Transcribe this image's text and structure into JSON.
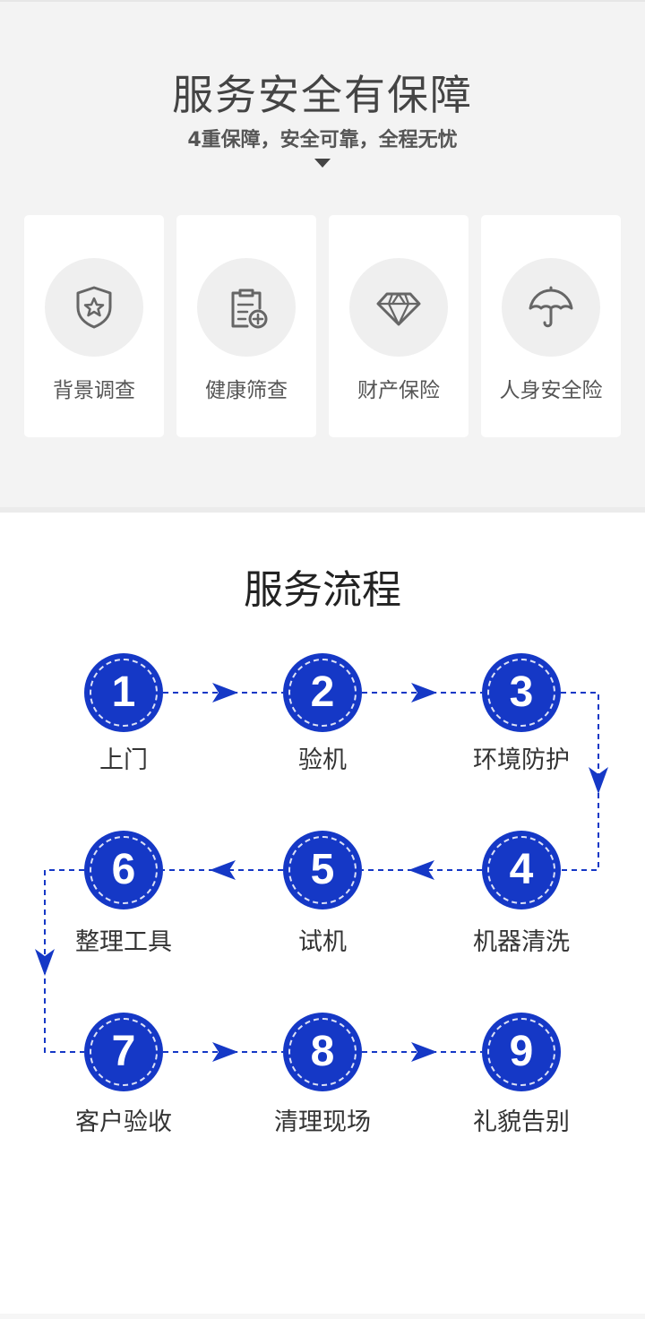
{
  "guarantee": {
    "title": "服务安全有保障",
    "subtitle": "4重保障，安全可靠，全程无忧",
    "cards": [
      {
        "label": "背景调查",
        "icon": "shield-star-icon"
      },
      {
        "label": "健康筛查",
        "icon": "clipboard-plus-icon"
      },
      {
        "label": "财产保险",
        "icon": "diamond-icon"
      },
      {
        "label": "人身安全险",
        "icon": "umbrella-icon"
      }
    ]
  },
  "process": {
    "title": "服务流程",
    "accent": "#1538c6",
    "steps": [
      {
        "num": "1",
        "label": "上门"
      },
      {
        "num": "2",
        "label": "验机"
      },
      {
        "num": "3",
        "label": "环境防护"
      },
      {
        "num": "4",
        "label": "机器清洗"
      },
      {
        "num": "5",
        "label": "试机"
      },
      {
        "num": "6",
        "label": "整理工具"
      },
      {
        "num": "7",
        "label": "客户验收"
      },
      {
        "num": "8",
        "label": "清理现场"
      },
      {
        "num": "9",
        "label": "礼貌告别"
      }
    ]
  }
}
